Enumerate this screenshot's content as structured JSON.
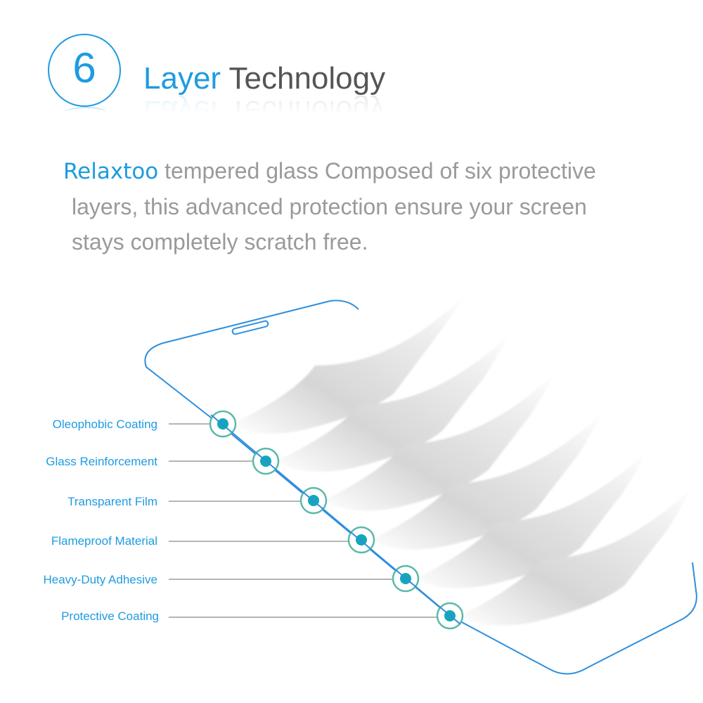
{
  "header": {
    "badge_number": "6",
    "title_highlight": "Layer",
    "title_rest": "Technology"
  },
  "description": {
    "brand": "Relaxtoo",
    "line1": " tempered glass Composed of six protective",
    "line2": "layers, this advanced protection ensure your screen",
    "line3": "stays completely scratch free."
  },
  "layers": [
    {
      "label": "Oleophobic Coating"
    },
    {
      "label": "Glass Reinforcement"
    },
    {
      "label": "Transparent Film"
    },
    {
      "label": "Flameproof Material"
    },
    {
      "label": "Heavy-Duty Adhesive"
    },
    {
      "label": "Protective Coating"
    }
  ],
  "colors": {
    "accent_blue": "#1e9be0",
    "marker_teal": "#12a8b8",
    "ring_teal": "#5bb9a8",
    "text_gray": "#9a9a9a",
    "title_gray": "#555555"
  }
}
